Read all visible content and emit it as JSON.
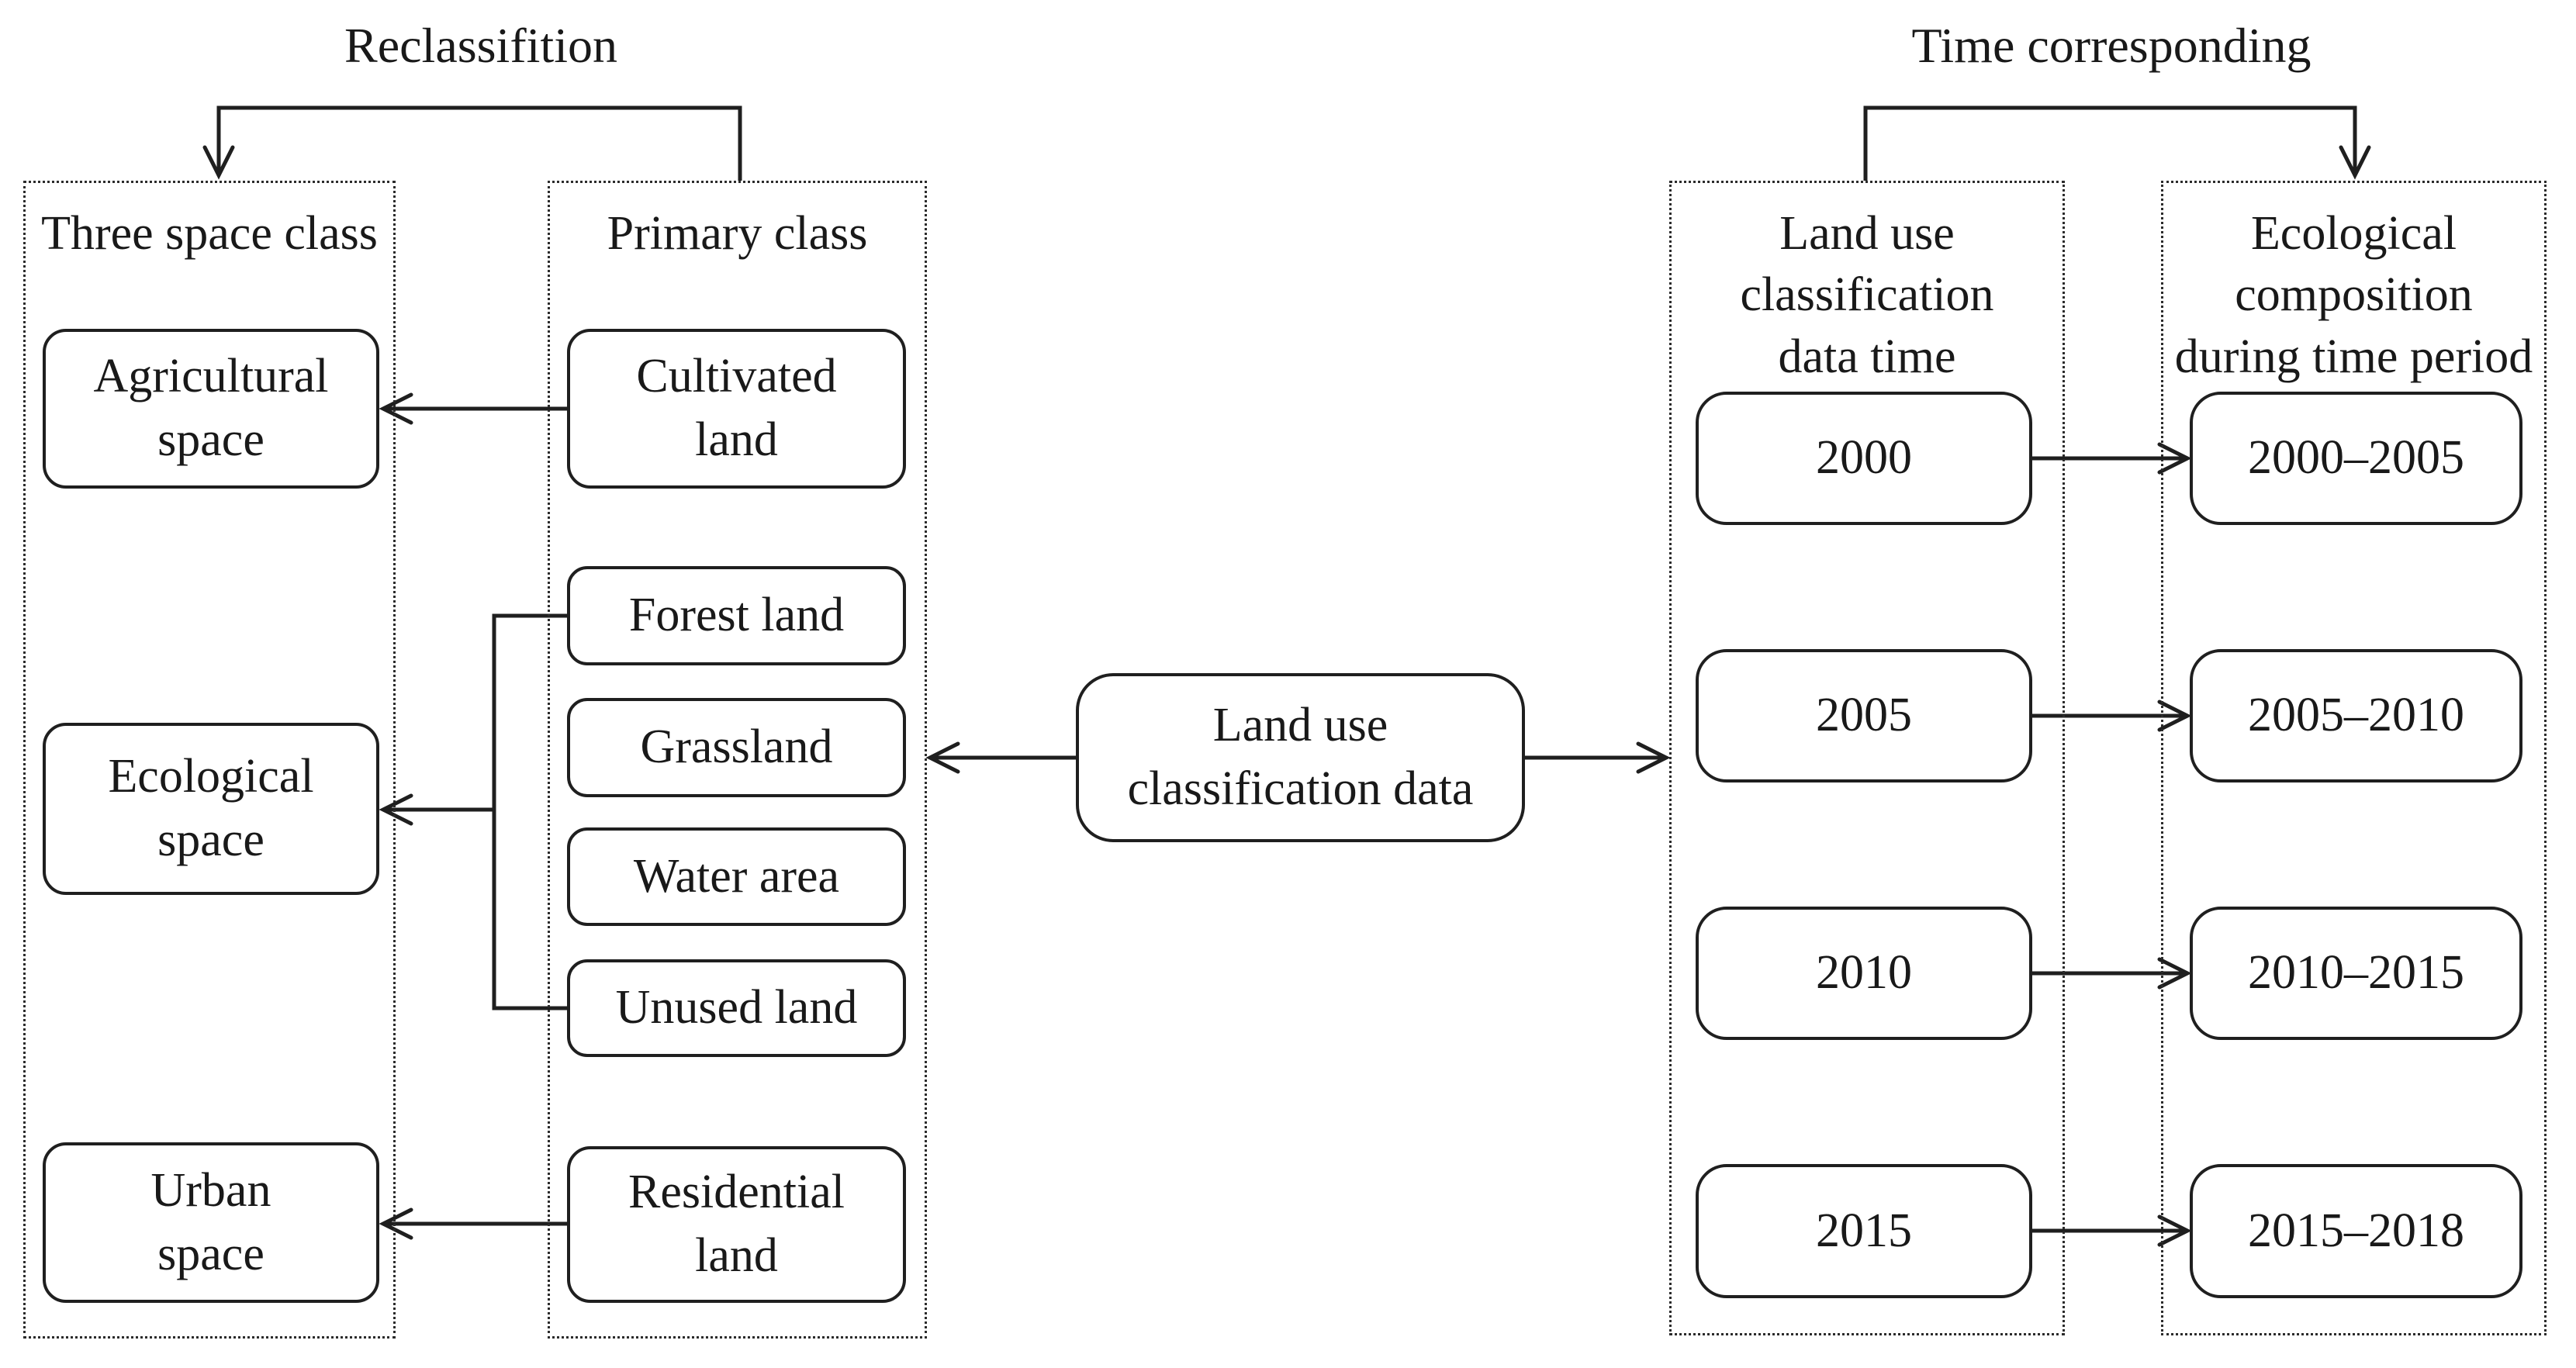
{
  "left": {
    "title": "Reclassifition",
    "three_space": {
      "header": "Three space class",
      "agricultural": {
        "l1": "Agricultural",
        "l2": "space"
      },
      "ecological": {
        "l1": "Ecological",
        "l2": "space"
      },
      "urban": {
        "l1": "Urban",
        "l2": "space"
      }
    },
    "primary": {
      "header": "Primary class",
      "cultivated": {
        "l1": "Cultivated",
        "l2": "land"
      },
      "forest": "Forest land",
      "grassland": "Grassland",
      "water": "Water area",
      "unused": "Unused land",
      "residential": {
        "l1": "Residential",
        "l2": "land"
      }
    }
  },
  "center": {
    "l1": "Land use",
    "l2": "classification data"
  },
  "right": {
    "title": "Time corresponding",
    "data_time": {
      "header": {
        "l1": "Land use",
        "l2": "classification",
        "l3": "data time"
      },
      "years": [
        "2000",
        "2005",
        "2010",
        "2015"
      ]
    },
    "eco_period": {
      "header": {
        "l1": "Ecological",
        "l2": "composition",
        "l3": "during time period"
      },
      "periods": [
        "2000–2005",
        "2005–2010",
        "2010–2015",
        "2015–2018"
      ]
    }
  },
  "colors": {
    "ink": "#1f1f1f",
    "background": "#ffffff"
  }
}
